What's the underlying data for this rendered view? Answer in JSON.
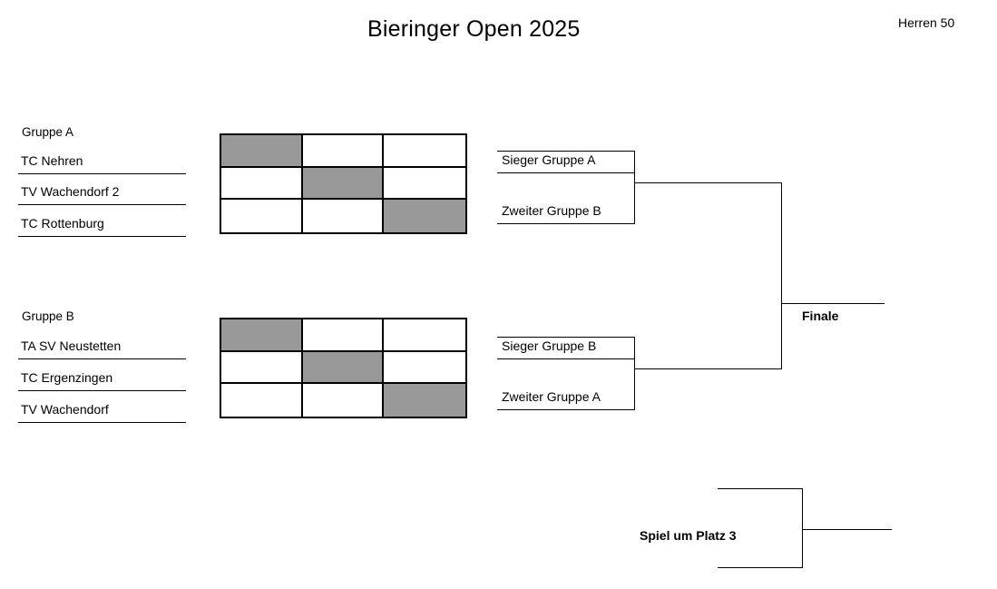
{
  "header": {
    "title": "Bieringer Open 2025",
    "category": "Herren 50"
  },
  "groups": [
    {
      "label": "Gruppe A",
      "teams": [
        "TC Nehren",
        "TV Wachendorf 2",
        "TC Rottenburg"
      ]
    },
    {
      "label": "Gruppe B",
      "teams": [
        "TA SV Neustetten",
        "TC Ergenzingen",
        "TV Wachendorf"
      ]
    }
  ],
  "semifinals": [
    {
      "upper": "Sieger Gruppe A",
      "lower": "Zweiter Gruppe B"
    },
    {
      "upper": "Sieger Gruppe B",
      "lower": "Zweiter Gruppe A"
    }
  ],
  "finals": {
    "final_label": "Finale",
    "third_place_label": "Spiel um Platz 3"
  },
  "colors": {
    "line": "#000000",
    "blocked_cell": "#999999",
    "background": "#ffffff"
  },
  "matrix": {
    "rows": 3,
    "columns": 3,
    "blocked_diagonal": true
  }
}
